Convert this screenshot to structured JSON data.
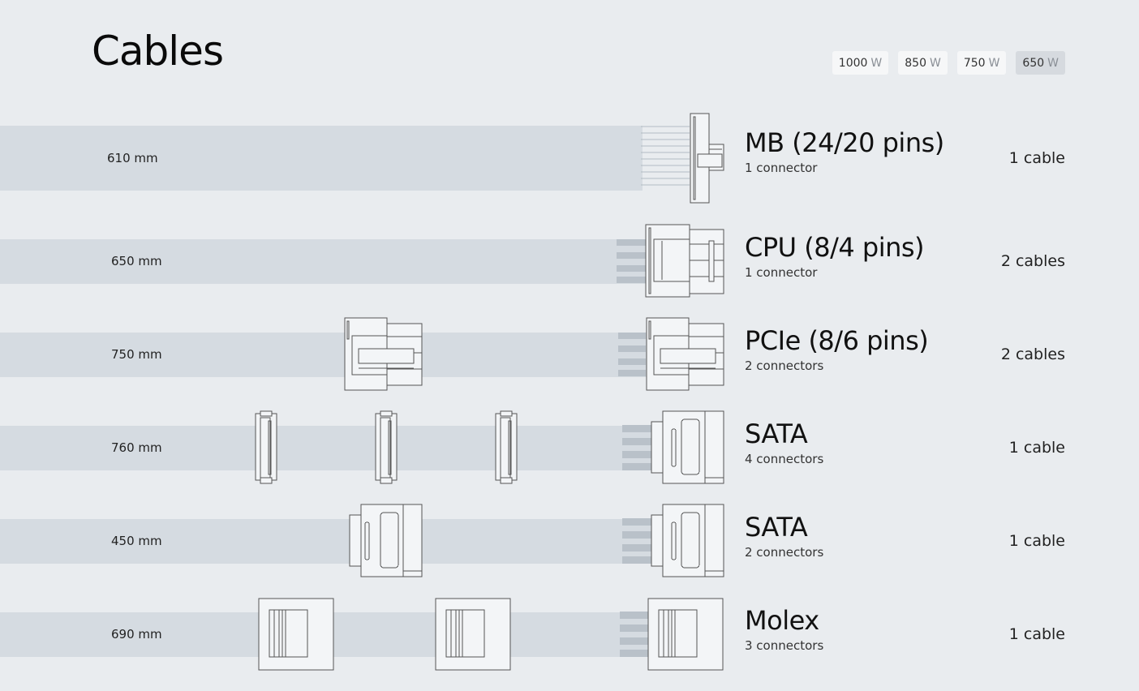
{
  "page": {
    "title": "Cables"
  },
  "wattage": [
    {
      "value": "1000",
      "unit": "W",
      "active": false
    },
    {
      "value": "850",
      "unit": "W",
      "active": false
    },
    {
      "value": "750",
      "unit": "W",
      "active": false
    },
    {
      "value": "650",
      "unit": "W",
      "active": true
    }
  ],
  "cables": [
    {
      "length": "610 mm",
      "name": "MB (24/20 pins)",
      "connectors": "1 connector",
      "count": "1 cable"
    },
    {
      "length": "650 mm",
      "name": "CPU (8/4 pins)",
      "connectors": "1 connector",
      "count": "2 cables"
    },
    {
      "length": "750 mm",
      "name": "PCIe (8/6 pins)",
      "connectors": "2 connectors",
      "count": "2 cables"
    },
    {
      "length": "760 mm",
      "name": "SATA",
      "connectors": "4 connectors",
      "count": "1 cable"
    },
    {
      "length": "450 mm",
      "name": "SATA",
      "connectors": "2 connectors",
      "count": "1 cable"
    },
    {
      "length": "690 mm",
      "name": "Molex",
      "connectors": "3 connectors",
      "count": "1 cable"
    }
  ],
  "colors": {
    "background": "#e9ecef",
    "band": "#d5dbe1",
    "active_button": "#d6dadf",
    "connector_stroke": "#555555"
  }
}
